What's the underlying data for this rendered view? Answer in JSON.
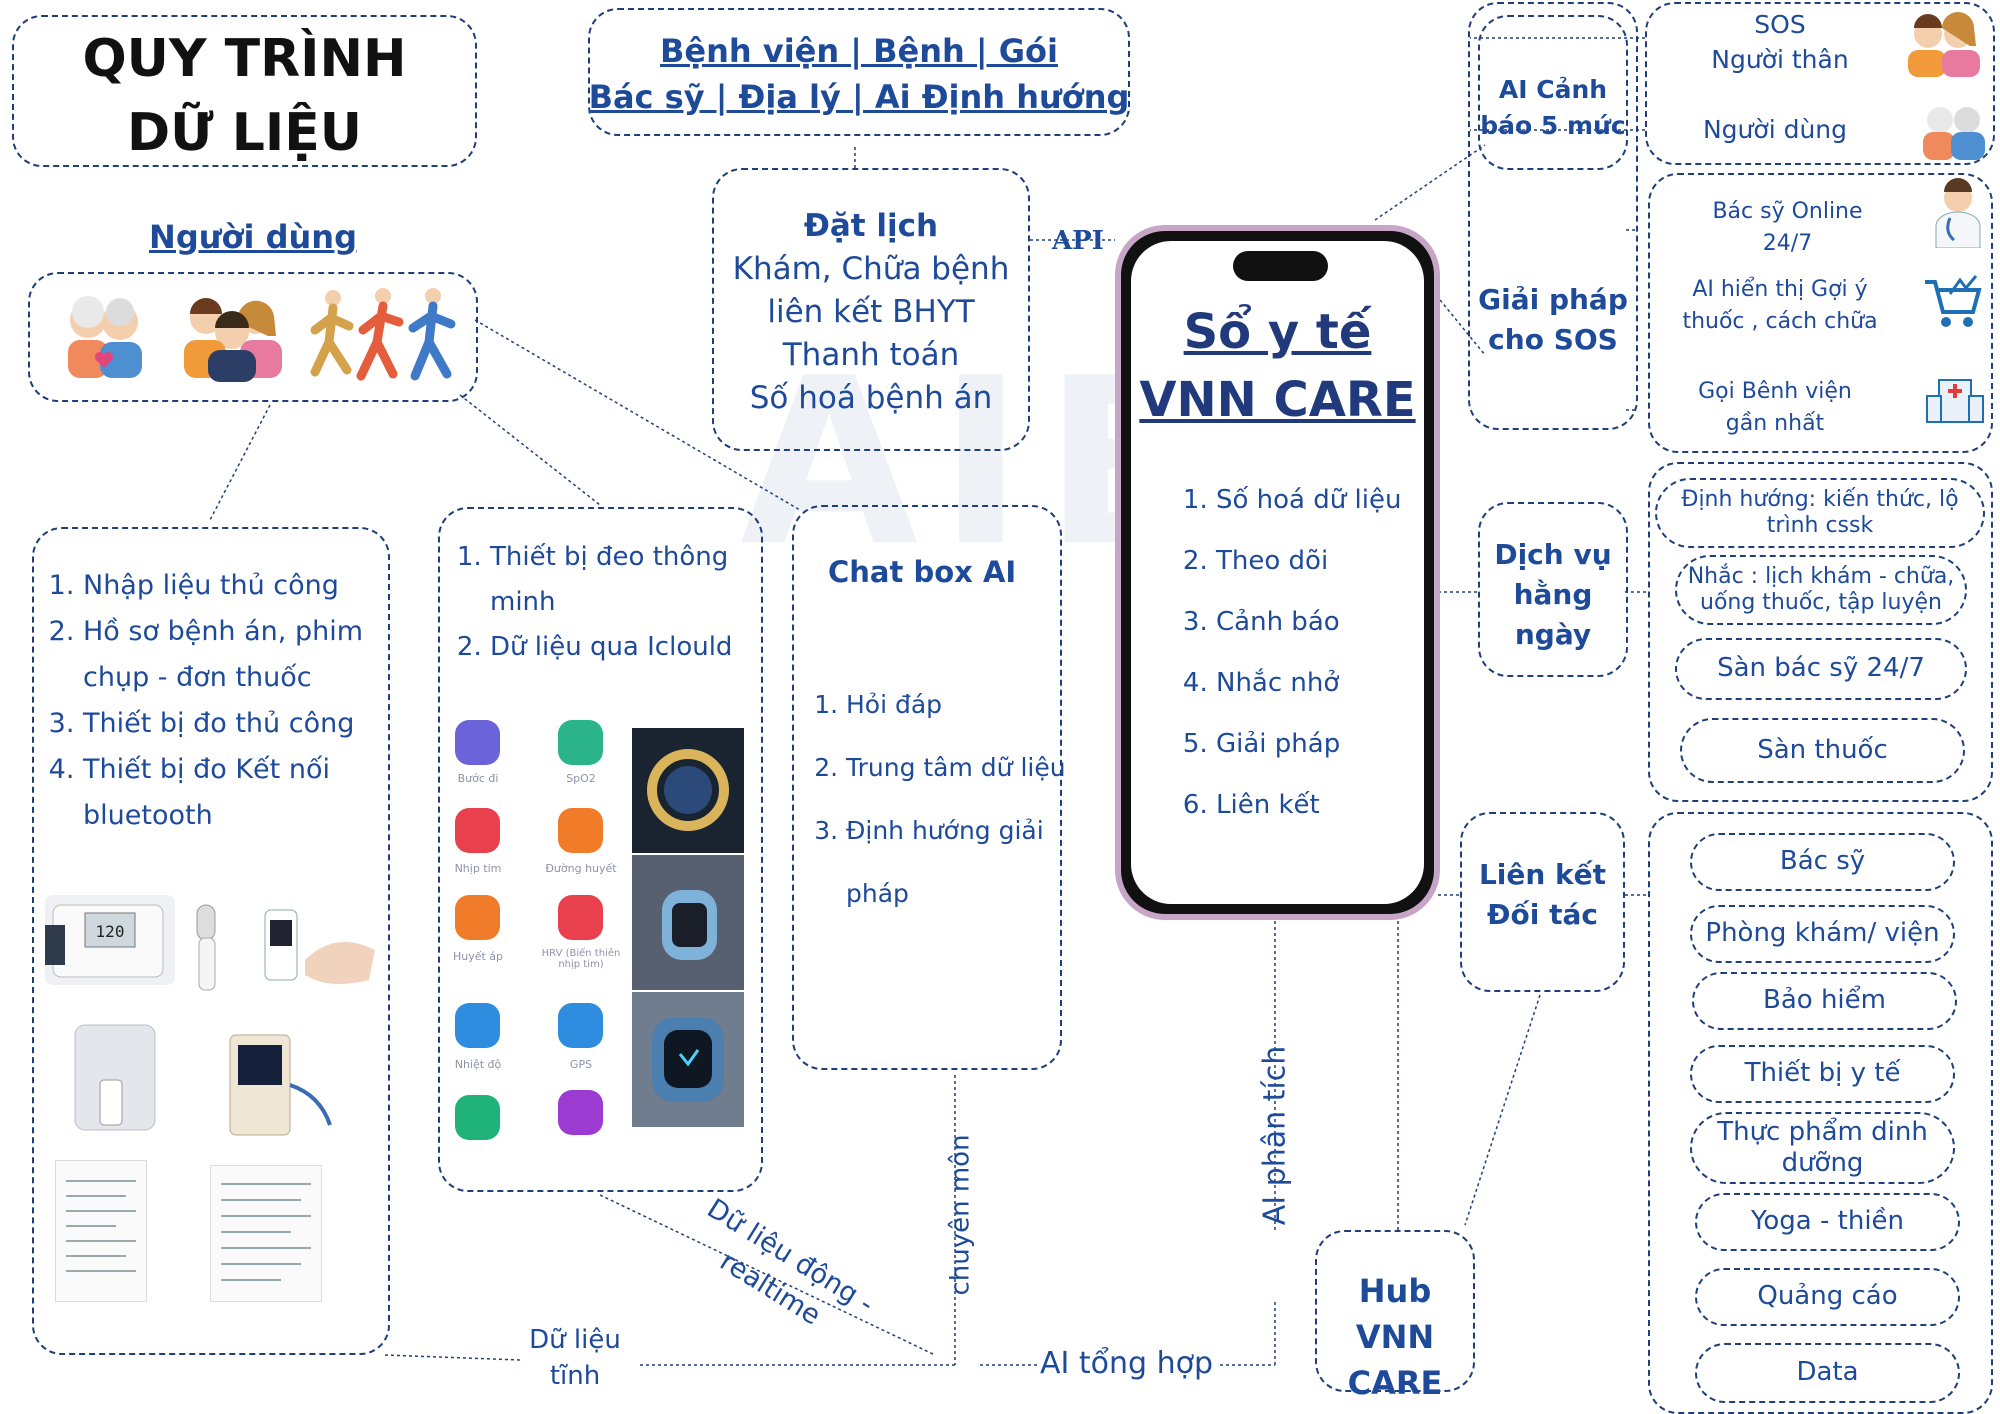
{
  "title": {
    "line1": "QUY TRÌNH",
    "line2": "DỮ LIỆU"
  },
  "top_links": {
    "line1": "Bệnh viện | Bệnh | Gói",
    "line2": "Bác sỹ | Địa lý | Ai Định hướng"
  },
  "dat_lich": {
    "title": "Đặt lịch",
    "lines": [
      "Khám, Chữa bệnh",
      "liên kết BHYT",
      "Thanh toán",
      "Số hoá bệnh án"
    ]
  },
  "api_label": "API",
  "nguoi_dung": {
    "title": "Người dùng"
  },
  "manual": {
    "items": [
      "Nhập liệu thủ công",
      "Hồ sơ bệnh án, phim chụp - đơn thuốc",
      "Thiết bị đo thủ công",
      "Thiết bị đo Kết nối bluetooth"
    ]
  },
  "wearable": {
    "items": [
      "Thiết bị đeo thông minh",
      "Dữ liệu qua Iclould"
    ],
    "app_labels": [
      "Bước đi",
      "SpO2",
      "Nhịp tim",
      "Đường huyết",
      "Huyết áp",
      "HRV (Biến thiên nhịp tim)",
      "Nhiệt độ",
      "GPS"
    ]
  },
  "chatbox": {
    "title": "Chat box AI",
    "items": [
      "Hỏi đáp",
      "Trung tâm dữ liệu",
      "Định hướng giải pháp"
    ]
  },
  "phone": {
    "title1": "Sổ y tế",
    "title2": "VNN CARE",
    "items": [
      "Số hoá dữ liệu",
      "Theo dõi",
      "Cảnh báo",
      "Nhắc nhở",
      "Giải pháp",
      "Liên kết"
    ]
  },
  "ai_canh_bao": "AI Cảnh báo 5 mức",
  "sos": {
    "sos_title": "SOS",
    "nguoi_than": "Người  thân",
    "nguoi_dung": "Người dùng"
  },
  "giai_phap": "Giải pháp cho SOS",
  "sos_solutions": {
    "bac_sy": "Bác sỹ Online 24/7",
    "ai_goi_y": "AI hiển thị Gợi ý thuốc , cách chữa",
    "goi_bv": "Gọi Bênh viện gần nhất"
  },
  "dich_vu": "Dịch vụ hằng ngày",
  "daily": [
    "Định hướng: kiến thức, lộ trình cssk",
    "Nhắc : lịch khám - chữa, uống thuốc, tập luyện",
    "Sàn bác sỹ 24/7",
    "Sàn thuốc"
  ],
  "lien_ket": "Liên kết Đối tác",
  "partners": [
    "Bác sỹ",
    "Phòng khám/ viện",
    "Bảo hiểm",
    "Thiết bị y tế",
    "Thực phẩm dinh dưỡng",
    "Yoga - thiền",
    "Quảng cáo",
    "Data"
  ],
  "hub": "Hub VNN CARE",
  "flow": {
    "du_lieu_dong": "Dữ liệu động - realtime",
    "chuyen_mon": "chuyên môn",
    "du_lieu_tinh": "Dữ liệu tĩnh",
    "ai_tong_hop": "AI tổng hợp",
    "ai_phan_tich": "AI phân tích"
  },
  "watermark": "AIBI",
  "colors": {
    "accent": "#1e4a9a",
    "navy": "#203a7c",
    "border": "#1f3f7a",
    "phone_frame": "#c7a5c6"
  }
}
